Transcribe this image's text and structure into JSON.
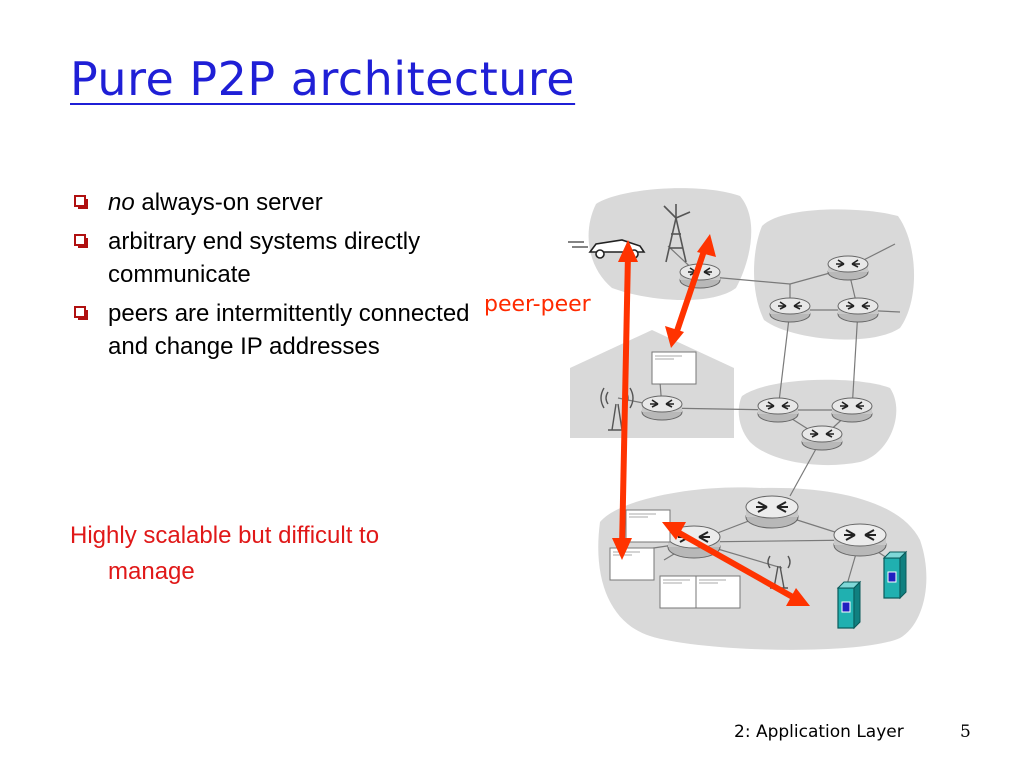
{
  "slide": {
    "title": "Pure P2P architecture",
    "bullets": [
      {
        "emphasis": "no",
        "text": " always-on server"
      },
      {
        "emphasis": "",
        "text": "arbitrary end systems directly communicate"
      },
      {
        "emphasis": "",
        "text": "peers are intermittently connected and change IP addresses"
      }
    ],
    "highlight": {
      "line1": "Highly scalable but difficult to",
      "line2": "manage"
    },
    "diagram_label": "peer-peer",
    "footer": "2: Application Layer",
    "page_number": "5"
  },
  "colors": {
    "title": "#1f1fd6",
    "highlight": "#e01818",
    "arrow": "#ff3300",
    "bullet": "#b01010",
    "cloud": "#d9d9d9"
  }
}
